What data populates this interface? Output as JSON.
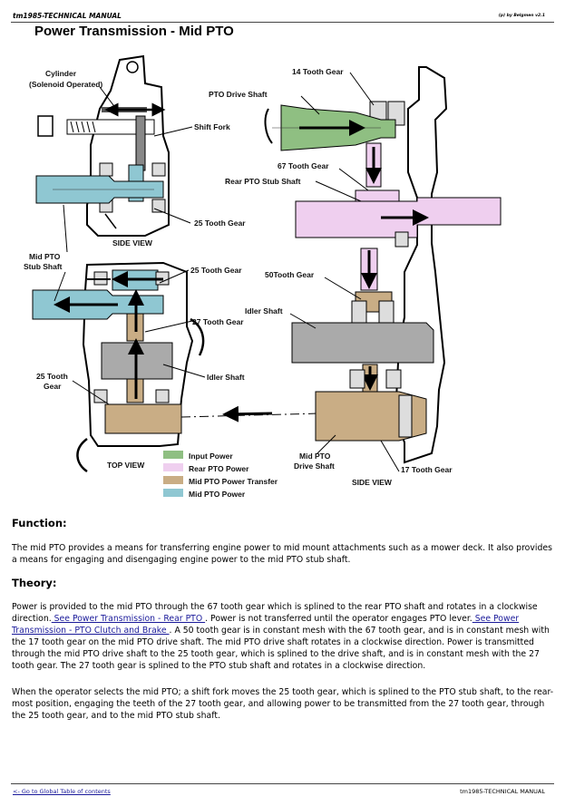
{
  "header": {
    "left": "tm1985-TECHNICAL MANUAL",
    "right": "(p) by Belgmen v2.1"
  },
  "figure": {
    "title": "Power Transmission - Mid PTO",
    "labels": {
      "cylinder": "Cylinder",
      "cylinder_sub": "(Solenoid Operated)",
      "shift_fork": "Shift Fork",
      "tooth25_a": "25 Tooth Gear",
      "side_view": "SIDE VIEW",
      "mid_pto_stub": "Mid PTO",
      "mid_pto_stub2": "Stub Shaft",
      "tooth25_b": "25 Tooth Gear",
      "tooth27": "27 Tooth Gear",
      "idler_shaft_left": "Idler Shaft",
      "tooth25_c": "25 Tooth",
      "tooth25_c2": "Gear",
      "top_view": "TOP VIEW",
      "tooth14": "14 Tooth Gear",
      "pto_drive_shaft": "PTO Drive Shaft",
      "tooth67": "67 Tooth Gear",
      "rear_pto_stub": "Rear PTO Stub Shaft",
      "tooth50": "50Tooth Gear",
      "idler_shaft_right": "Idler Shaft",
      "mid_pto_drive": "Mid PTO",
      "mid_pto_drive2": "Drive Shaft",
      "side_view_right": "SIDE VIEW",
      "tooth17": "17 Tooth Gear"
    },
    "legend": [
      {
        "label": "Input Power",
        "color": "#8fbf82"
      },
      {
        "label": "Rear PTO Power",
        "color": "#efcfef"
      },
      {
        "label": "Mid PTO Power Transfer",
        "color": "#c9ad85"
      },
      {
        "label": "Mid PTO Power",
        "color": "#8fc7d2"
      }
    ]
  },
  "sections": {
    "function_heading": "Function:",
    "function_text": "The mid PTO provides a means for transferring engine power to mid mount attachments such as a mower deck. It also provides a means for engaging and disengaging engine power to the mid PTO stub shaft.",
    "theory_heading": "Theory:",
    "theory_p1_a": "Power is provided to the mid PTO through the 67 tooth gear which is splined to the rear PTO shaft and rotates in a clockwise direction.",
    "theory_p1_link1": " See Power Transmission - Rear PTO ",
    "theory_p1_b": ". Power is not transferred until the operator engages PTO lever.",
    "theory_p1_link2": " See Power Transmission - PTO Clutch and Brake ",
    "theory_p1_c": ". A 50 tooth gear is in constant mesh with the 67 tooth gear, and is in constant mesh with the 17 tooth gear on the mid PTO drive shaft. The mid PTO drive shaft rotates in a clockwise direction. Power is transmitted through the mid PTO drive shaft to the 25 tooth gear, which is splined to the drive shaft, and is in constant mesh with the 27 tooth gear. The 27 tooth gear is splined to the PTO stub shaft and rotates in a clockwise direction.",
    "theory_p2": "When the operator selects the mid PTO; a shift fork moves the 25 tooth gear, which is splined to the PTO stub shaft, to the rear-most position, engaging the teeth of the 27 tooth gear, and allowing power to be transmitted from the 27 tooth gear, through the 25 tooth gear, and to the mid PTO stub shaft."
  },
  "footer": {
    "left": "<- Go to Global Table of contents",
    "right": "tm1985-TECHNICAL MANUAL"
  }
}
